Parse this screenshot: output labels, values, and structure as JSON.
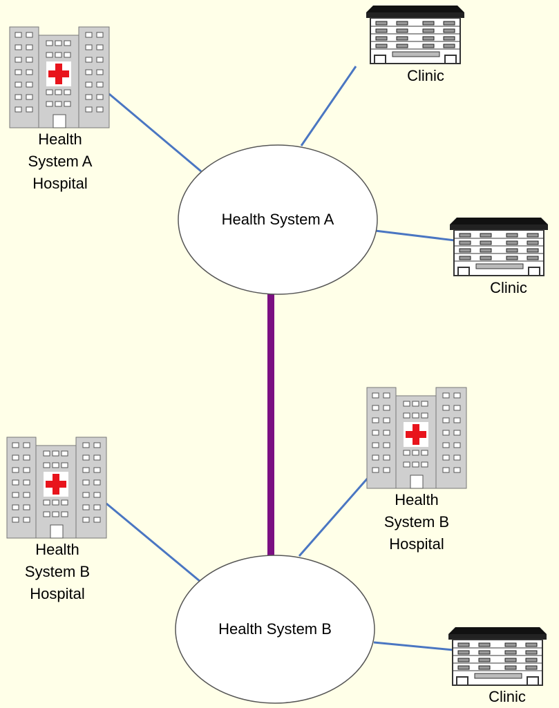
{
  "nodes": {
    "system_a": {
      "label": "Health System A"
    },
    "system_b": {
      "label": "Health System B"
    }
  },
  "labels": {
    "hospital_a": "Health\nSystem A\nHospital",
    "hospital_b_left": "Health\nSystem B\nHospital",
    "hospital_b_right": "Health\nSystem B\nHospital",
    "clinic_a_top": "Clinic",
    "clinic_a_right": "Clinic",
    "clinic_b": "Clinic"
  },
  "colors": {
    "background": "#ffffe8",
    "spoke_line": "#4a76c2",
    "trunk_line": "#7b0f82",
    "hospital_fill": "#cfcfcf",
    "cross": "#e8141c",
    "roof": "#111111"
  },
  "icons": {
    "hospital": "hospital-icon",
    "clinic": "clinic-icon"
  }
}
